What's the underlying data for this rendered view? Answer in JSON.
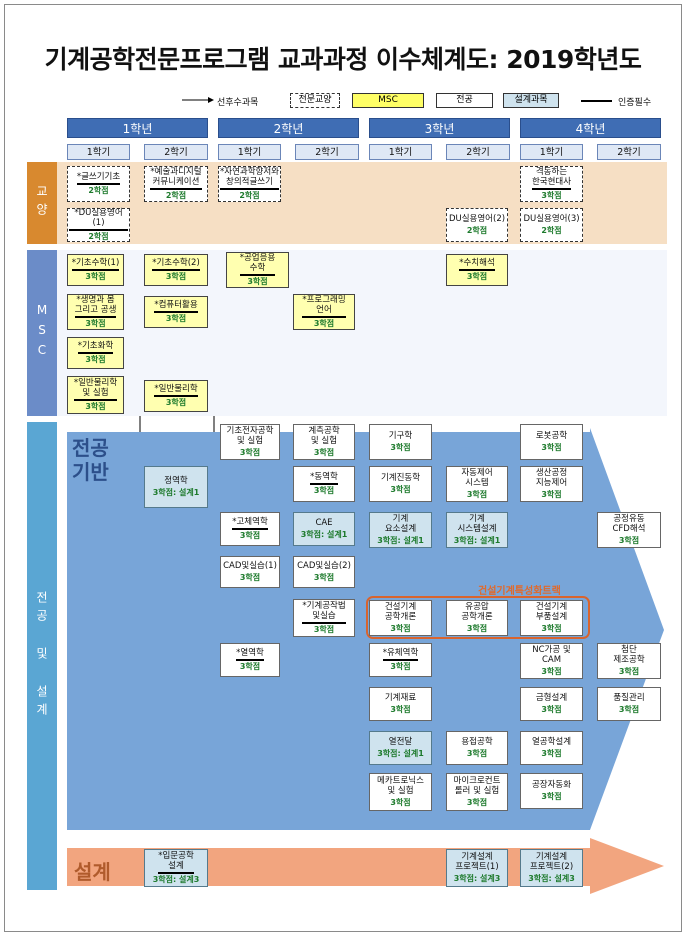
{
  "title": "기계공학전문프로그램 교과과정 이수체계도: 2019학년도",
  "legend": {
    "arrow": "선후수과목",
    "liberal": "전문교양",
    "msc": "MSC",
    "major": "전공",
    "design": "설계과목",
    "required": "인증필수"
  },
  "years": [
    "1학년",
    "2학년",
    "3학년",
    "4학년"
  ],
  "semesters": [
    "1학기",
    "2학기",
    "1학기",
    "2학기",
    "1학기",
    "2학기",
    "1학기",
    "2학기"
  ],
  "categories": {
    "liberal": "교양",
    "msc": "MSC",
    "major_design": "전공 및 설계",
    "band_major": "전공\n기반",
    "band_design": "설계"
  },
  "track_label": "건설기계특성화트랙",
  "courses": {
    "writing": {
      "name": "*글쓰기기초",
      "credit": "2학점"
    },
    "artdigital": {
      "name": "*예술과디지털\n커뮤니케이션",
      "credit": "2학점"
    },
    "nature": {
      "name": "*자연과학향저와\n창의적글쓰기",
      "credit": "2학점"
    },
    "korea_history": {
      "name": "격동하는\n한국현대사",
      "credit": "3학점"
    },
    "du_eng1": {
      "name": "*DU실용영어(1)",
      "credit": "2학점"
    },
    "du_eng2": {
      "name": "DU실용영어(2)",
      "credit": "2학점"
    },
    "du_eng3": {
      "name": "DU실용영어(3)",
      "credit": "2학점"
    },
    "math1": {
      "name": "*기초수학(1)",
      "credit": "3학점"
    },
    "math2": {
      "name": "*기초수학(2)",
      "credit": "3학점"
    },
    "eng_math": {
      "name": "*공업응용\n수학",
      "credit": "3학점"
    },
    "numerical": {
      "name": "*수치해석",
      "credit": "3학점"
    },
    "life_env": {
      "name": "*생명과 몸\n그리고 공생",
      "credit": "3학점"
    },
    "computer": {
      "name": "*컴퓨터활용",
      "credit": "3학점"
    },
    "programming": {
      "name": "*프로그래밍\n언어",
      "credit": "3학점"
    },
    "chemistry": {
      "name": "*기초화학",
      "credit": "3학점"
    },
    "physics_lab": {
      "name": "*일반물리학\n및 실험",
      "credit": "3학점"
    },
    "physics": {
      "name": "*일반물리학",
      "credit": "3학점"
    },
    "electronics": {
      "name": "기초전자공학\n및 실험",
      "credit": "3학점"
    },
    "measurement": {
      "name": "계측공학\n및 실험",
      "credit": "3학점"
    },
    "mechanism": {
      "name": "기구학",
      "credit": "3학점"
    },
    "robotics": {
      "name": "로봇공학",
      "credit": "3학점"
    },
    "statics": {
      "name": "정역학",
      "credit": "3학점: 설계1"
    },
    "dynamics": {
      "name": "*동역학",
      "credit": "3학점"
    },
    "vibration": {
      "name": "기계진동학",
      "credit": "3학점"
    },
    "auto_control": {
      "name": "자동제어\n시스템",
      "credit": "3학점"
    },
    "intelligent": {
      "name": "생산공정\n지능제어",
      "credit": "3학점"
    },
    "solid": {
      "name": "*고체역학",
      "credit": "3학점"
    },
    "cae": {
      "name": "CAE",
      "credit": "3학점: 설계1"
    },
    "element_design": {
      "name": "기계\n요소설계",
      "credit": "3학점: 설계1"
    },
    "system_design": {
      "name": "기계\n시스템설계",
      "credit": "3학점: 설계1"
    },
    "cfd": {
      "name": "공정유동\nCFD해석",
      "credit": "3학점"
    },
    "cad1": {
      "name": "CAD및실습(1)",
      "credit": "3학점"
    },
    "cad2": {
      "name": "CAD및실습(2)",
      "credit": "3학점"
    },
    "manufacturing": {
      "name": "*기계공작법\n및실습",
      "credit": "3학점"
    },
    "const_intro": {
      "name": "건설기계\n공학개론",
      "credit": "3학점"
    },
    "hydraulic": {
      "name": "유공압\n공학개론",
      "credit": "3학점"
    },
    "const_parts": {
      "name": "건설기계\n부품설계",
      "credit": "3학점"
    },
    "thermo": {
      "name": "*열역학",
      "credit": "3학점"
    },
    "fluid": {
      "name": "*유체역학",
      "credit": "3학점"
    },
    "nc_cam": {
      "name": "NC가공 및\nCAM",
      "credit": "3학점"
    },
    "advanced_mfg": {
      "name": "첨단\n제조공학",
      "credit": "3학점"
    },
    "materials": {
      "name": "기계재료",
      "credit": "3학점"
    },
    "mold": {
      "name": "금형설계",
      "credit": "3학점"
    },
    "quality": {
      "name": "품질관리",
      "credit": "3학점"
    },
    "heat_transfer": {
      "name": "열전달",
      "credit": "3학점: 설계1"
    },
    "welding": {
      "name": "용접공학",
      "credit": "3학점"
    },
    "thermal_design": {
      "name": "열공학설계",
      "credit": "3학점"
    },
    "mechatronics": {
      "name": "메카트로닉스\n및 실험",
      "credit": "3학점"
    },
    "microcontroller": {
      "name": "마이크로컨트\n롤러 및 실험",
      "credit": "3학점"
    },
    "factory_auto": {
      "name": "공장자동화",
      "credit": "3학점"
    },
    "intro_eng": {
      "name": "*입문공학\n설계",
      "credit": "3학점: 설계3"
    },
    "project1": {
      "name": "기계설계\n프로젝트(1)",
      "credit": "3학점: 설계3"
    },
    "project2": {
      "name": "기계설계\n프로젝트(2)",
      "credit": "3학점: 설계3"
    }
  }
}
